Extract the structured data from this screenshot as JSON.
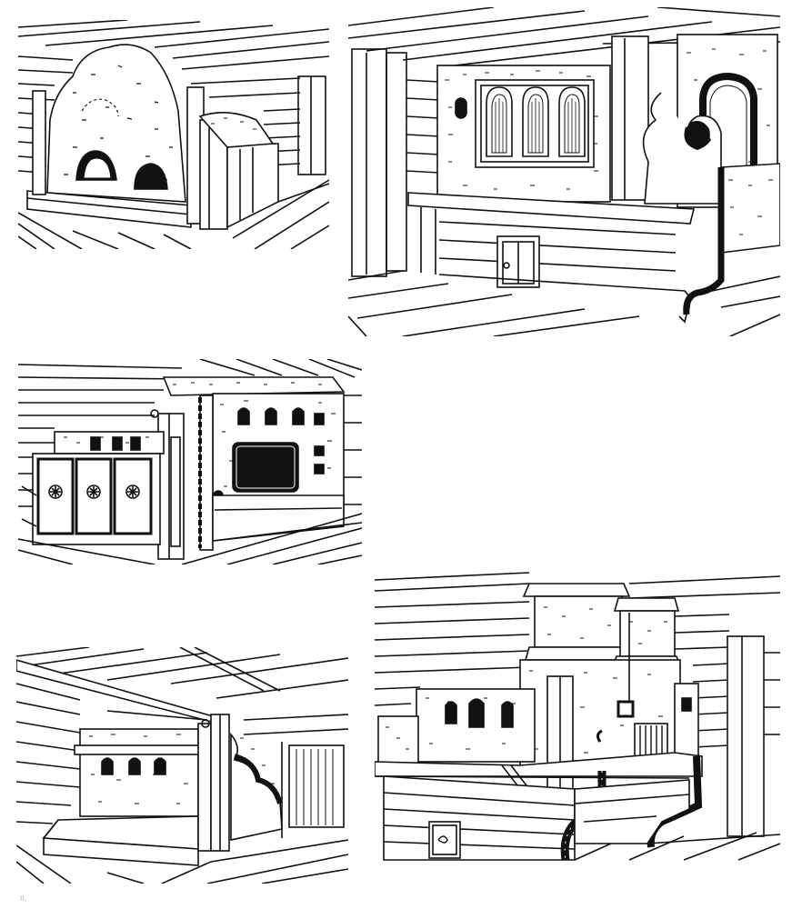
{
  "page": {
    "margin_mark": "II,"
  },
  "drawings": [
    {
      "id": "stove-1",
      "subject": "dome-stove-with-bench"
    },
    {
      "id": "stove-2",
      "subject": "stove-with-arched-panels"
    },
    {
      "id": "stove-3",
      "subject": "tiled-stove-with-cabinet"
    },
    {
      "id": "stove-4",
      "subject": "stove-in-corner"
    },
    {
      "id": "stove-5",
      "subject": "stove-with-chimneys"
    }
  ],
  "colors": {
    "ink": "#111111",
    "paper": "#ffffff"
  }
}
